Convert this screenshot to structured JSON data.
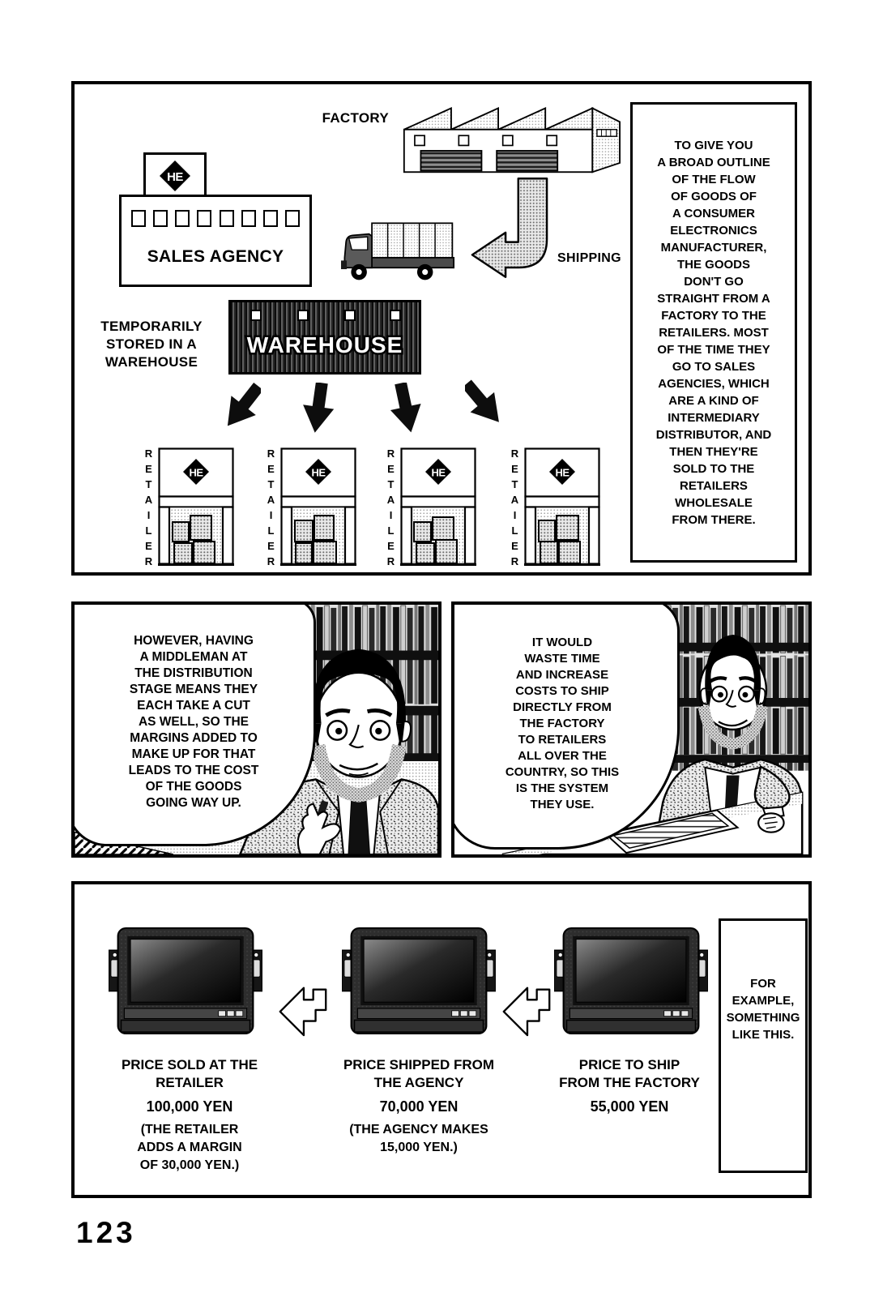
{
  "colors": {
    "ink": "#000000",
    "paper": "#ffffff",
    "halftone_gray": "#9f9f9f",
    "dark_gray": "#2d2d2d"
  },
  "page": {
    "number": "123"
  },
  "panel_flow": {
    "factory_label": "FACTORY",
    "shipping_label": "SHIPPING",
    "sales_agency": {
      "logo": "HE",
      "label": "SALES AGENCY"
    },
    "storage_note": "TEMPORARILY\nSTORED IN A\nWAREHOUSE",
    "warehouse_label": "WAREHOUSE",
    "retailers": [
      {
        "label": "RETAILER",
        "logo": "HE"
      },
      {
        "label": "RETAILER",
        "logo": "HE"
      },
      {
        "label": "RETAILER",
        "logo": "HE"
      },
      {
        "label": "RETAILER",
        "logo": "HE"
      }
    ],
    "narration": "TO GIVE YOU\nA BROAD OUTLINE\nOF THE FLOW\nOF GOODS OF\nA CONSUMER\nELECTRONICS\nMANUFACTURER,\nTHE GOODS\nDON'T GO\nSTRAIGHT FROM A\nFACTORY TO THE\nRETAILERS. MOST\nOF THE TIME THEY\nGO TO SALES\nAGENCIES, WHICH\nARE A KIND OF\nINTERMEDIARY\nDISTRIBUTOR, AND\nTHEN THEY'RE\nSOLD TO THE\nRETAILERS\nWHOLESALE\nFROM THERE."
  },
  "panel_middleman": {
    "dialogue": "HOWEVER, HAVING\nA MIDDLEMAN AT\nTHE DISTRIBUTION\nSTAGE MEANS THEY\nEACH TAKE A CUT\nAS WELL, SO THE\nMARGINS ADDED TO\nMAKE UP FOR THAT\nLEADS TO THE COST\nOF THE GOODS\nGOING WAY UP."
  },
  "panel_system": {
    "dialogue": "IT WOULD\nWASTE TIME\nAND INCREASE\nCOSTS TO SHIP\nDIRECTLY FROM\nTHE FACTORY\nTO RETAILERS\nALL OVER THE\nCOUNTRY, SO THIS\nIS THE SYSTEM\nTHEY USE."
  },
  "panel_prices": {
    "caption": "FOR\nEXAMPLE,\nSOMETHING\nLIKE THIS.",
    "items": [
      {
        "title": "PRICE SOLD AT THE\nRETAILER",
        "price": "100,000 YEN",
        "note": "(THE RETAILER\nADDS A MARGIN\nOF 30,000 YEN.)"
      },
      {
        "title": "PRICE SHIPPED FROM\nTHE AGENCY",
        "price": "70,000 YEN",
        "note": "(THE AGENCY MAKES\n15,000 YEN.)"
      },
      {
        "title": "PRICE TO SHIP\nFROM THE FACTORY",
        "price": "55,000 YEN",
        "note": ""
      }
    ]
  }
}
